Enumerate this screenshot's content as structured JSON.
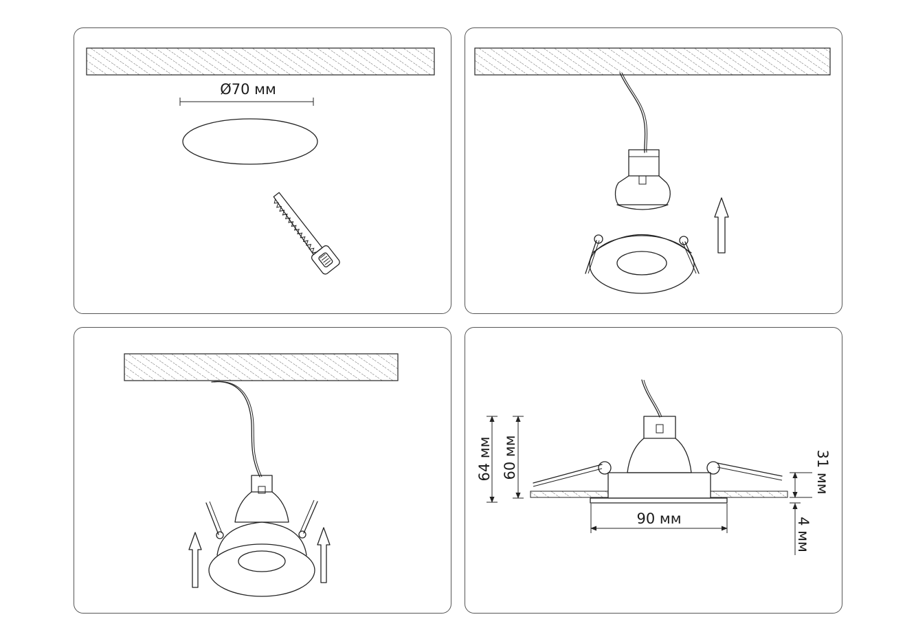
{
  "panels": [
    {
      "id": "cut-hole",
      "dimension_label": "Ø70 мм"
    },
    {
      "id": "connect-wire"
    },
    {
      "id": "insert-fixture"
    },
    {
      "id": "dimensions",
      "labels": {
        "height_total": "64 мм",
        "height_body": "60 мм",
        "width": "90 мм",
        "depth": "31 мм",
        "rim": "4 мм"
      }
    }
  ],
  "colors": {
    "line": "#222222",
    "panel_border": "#555555",
    "background": "#ffffff"
  },
  "icons": [
    "saw-icon",
    "up-arrow-icon",
    "lamp-fixture-icon",
    "ceiling-hatch"
  ]
}
